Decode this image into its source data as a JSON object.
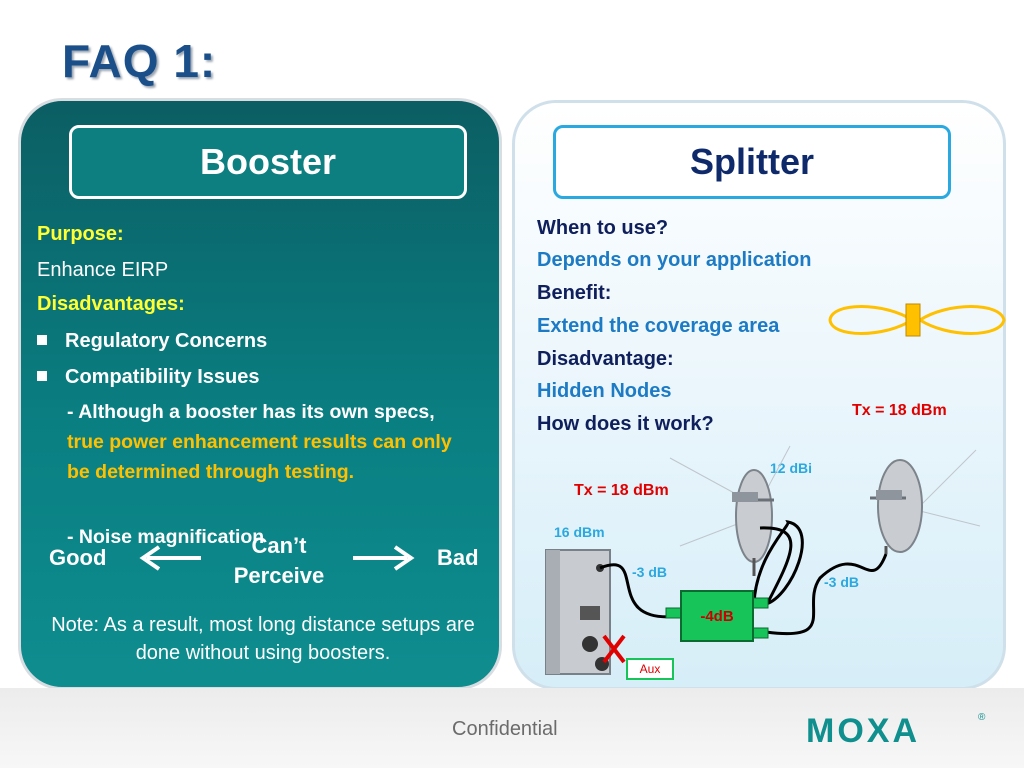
{
  "slide": {
    "title": "FAQ 1:",
    "footer_text": "Confidential",
    "logo_text": "MOXA",
    "logo_mark": "®"
  },
  "booster": {
    "heading": "Booster",
    "purpose_label": "Purpose:",
    "purpose_value": "Enhance EIRP",
    "disadvantages_label": "Disadvantages:",
    "bullets": [
      "Regulatory Concerns",
      "Compatibility Issues"
    ],
    "detail_prefix": "- Although a booster has its own specs, ",
    "detail_highlight": "true power enhancement results can only be determined through testing.",
    "noise": "- Noise magnification",
    "scale_good": "Good",
    "scale_middle": "Can’t Perceive",
    "scale_bad": "Bad",
    "note": "Note:  As a result, most long distance setups are done without using boosters."
  },
  "splitter": {
    "heading": "Splitter",
    "when_label": "When to use?",
    "when_value": "Depends on your application",
    "benefit_label": "Benefit:",
    "benefit_value": "Extend the coverage area",
    "disadvantage_label": "Disadvantage:",
    "disadvantage_value": "Hidden Nodes",
    "how_label": "How does it work?",
    "diagram": {
      "tx_left": "Tx = 18 dBm",
      "tx_right": "Tx = 18 dBm",
      "antenna_gain": "12 dBi",
      "device_power": "16 dBm",
      "loss_left": "-3 dB",
      "loss_right": "-3 dB",
      "splitter_loss": "-4dB",
      "aux_label": "Aux"
    }
  },
  "colors": {
    "title": "#1a4f8a",
    "booster_panel": "#0a7f82",
    "splitter_panel": "#e6f4fb",
    "accent_yellow": "#ffff33",
    "accent_orange": "#ffc000",
    "accent_blue": "#1c7bc4",
    "accent_red": "#e00000"
  }
}
